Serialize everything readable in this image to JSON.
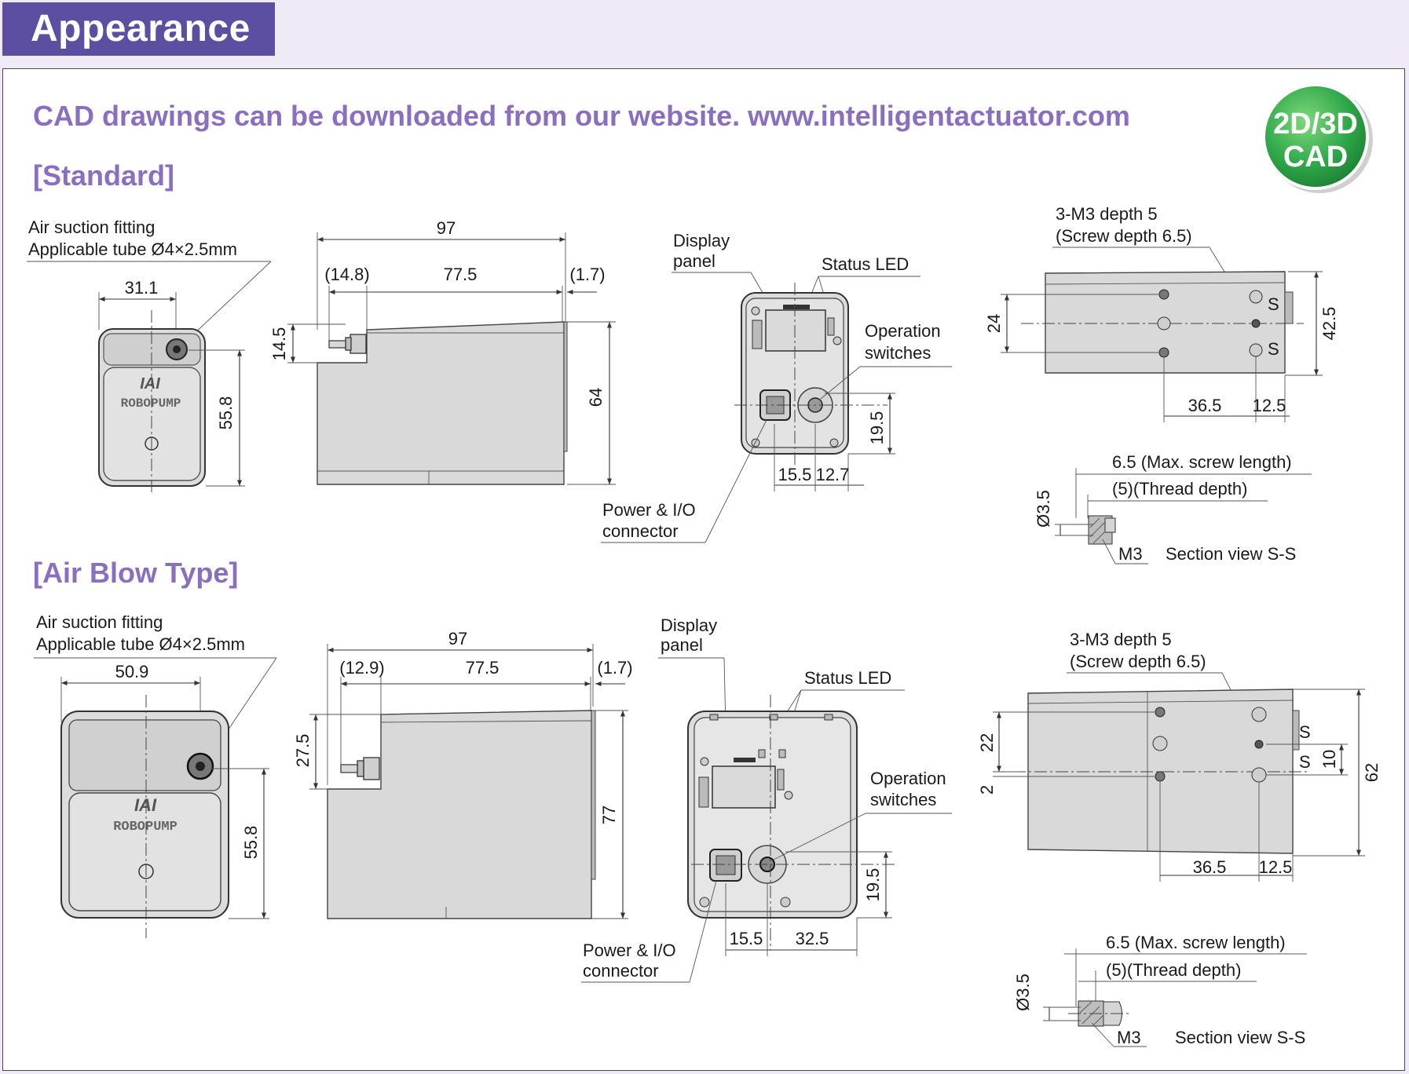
{
  "header": {
    "title": "Appearance"
  },
  "notice": {
    "text": "CAD drawings can be downloaded from our website.  www.intelligentactuator.com"
  },
  "badge": {
    "line1": "2D/3D",
    "line2": "CAD",
    "color": "#2fa84a"
  },
  "colors": {
    "tab": "#5c4ea1",
    "heading": "#8a6ec0",
    "page_bg": "#efeaf5"
  },
  "standard": {
    "heading": "[Standard]",
    "front": {
      "fitting_line1": "Air suction fitting",
      "fitting_line2": "Applicable tube Ø4×2.5mm",
      "width": "31.1",
      "height": "55.8",
      "logo": "IAI",
      "product": "ROBOPUMP"
    },
    "side": {
      "length": "97",
      "fitting_len": "(14.8)",
      "body_len": "77.5",
      "rear": "(1.7)",
      "step": "14.5",
      "height": "64"
    },
    "back": {
      "display_line1": "Display",
      "display_line2": "panel",
      "led": "Status LED",
      "switch_line1": "Operation",
      "switch_line2": "switches",
      "conn_line1": "Power & I/O",
      "conn_line2": "connector",
      "dim_h": "19.5",
      "dim_a": "15.5",
      "dim_b": "12.7"
    },
    "bottom": {
      "screw_line1": "3-M3 depth 5",
      "screw_line2": "(Screw depth 6.5)",
      "pitch": "24",
      "height": "42.5",
      "x1": "36.5",
      "x2": "12.5",
      "s1": "S",
      "s2": "S"
    },
    "section": {
      "max_len": "6.5 (Max. screw length)",
      "thread": "(5)(Thread depth)",
      "dia": "Ø3.5",
      "m3": "M3",
      "label": "Section view S-S"
    }
  },
  "airblow": {
    "heading": "[Air Blow Type]",
    "front": {
      "fitting_line1": "Air suction fitting",
      "fitting_line2": "Applicable tube Ø4×2.5mm",
      "width": "50.9",
      "height": "55.8",
      "logo": "IAI",
      "product": "ROBOPUMP"
    },
    "side": {
      "length": "97",
      "fitting_len": "(12.9)",
      "body_len": "77.5",
      "rear": "(1.7)",
      "step": "27.5",
      "height": "77"
    },
    "back": {
      "display_line1": "Display",
      "display_line2": "panel",
      "led": "Status LED",
      "switch_line1": "Operation",
      "switch_line2": "switches",
      "conn_line1": "Power & I/O",
      "conn_line2": "connector",
      "dim_h": "19.5",
      "dim_a": "15.5",
      "dim_b": "32.5"
    },
    "bottom": {
      "screw_line1": "3-M3 depth 5",
      "screw_line2": "(Screw depth 6.5)",
      "pitch": "22",
      "offset": "2",
      "inner": "10",
      "height": "62",
      "x1": "36.5",
      "x2": "12.5",
      "s1": "S",
      "s2": "S"
    },
    "section": {
      "max_len": "6.5 (Max. screw length)",
      "thread": "(5)(Thread depth)",
      "dia": "Ø3.5",
      "m3": "M3",
      "label": "Section view S-S"
    }
  }
}
